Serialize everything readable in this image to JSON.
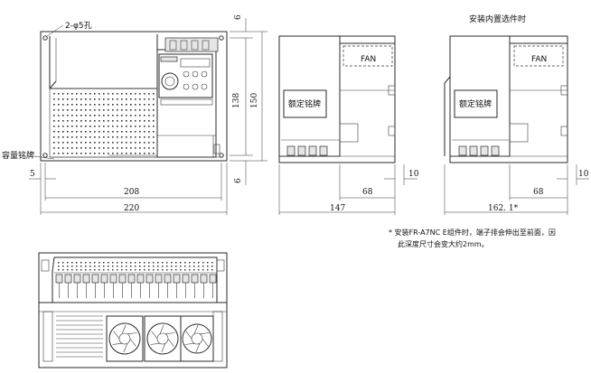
{
  "labels": {
    "title_option": "安装内置选件时",
    "hole_label": "2-φ5孔",
    "capacity_plate": "容量铭牌",
    "rating_plate_left": "额定铭牌",
    "rating_plate_right": "额定铭牌",
    "fan_left": "FAN",
    "fan_right": "FAN"
  },
  "dimensions": {
    "d5": "5",
    "d208": "208",
    "d220": "220",
    "d6_top": "6",
    "d138": "138",
    "d150": "150",
    "d6_bottom": "6",
    "d68_a": "68",
    "d10_a": "10",
    "d147": "147",
    "d68_b": "68",
    "d10_b": "10",
    "d162": "162. 1*"
  },
  "note": {
    "line1": "* 安装FR-A7NC E组件时，端子排会伸出至前面，因",
    "line2": "此深度尺寸会变大约2mm。"
  }
}
